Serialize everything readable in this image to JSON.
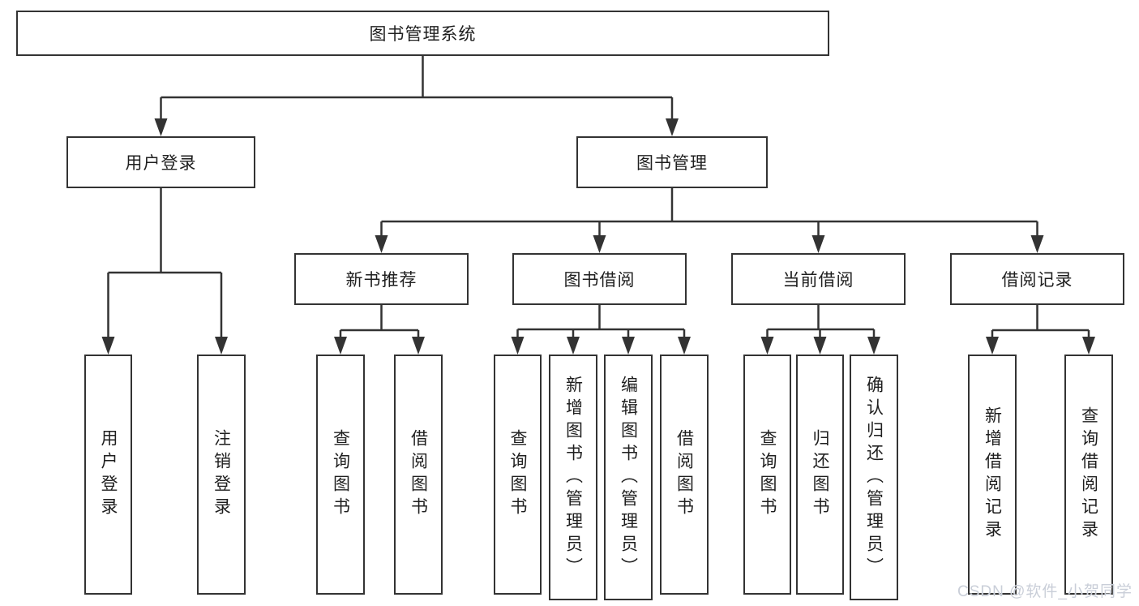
{
  "tree": {
    "label": "图书管理系统",
    "children": [
      {
        "label": "用户登录",
        "children": [
          {
            "label": "用户登录"
          },
          {
            "label": "注销登录"
          }
        ]
      },
      {
        "label": "图书管理",
        "children": [
          {
            "label": "新书推荐",
            "children": [
              {
                "label": "查询图书"
              },
              {
                "label": "借阅图书"
              }
            ]
          },
          {
            "label": "图书借阅",
            "children": [
              {
                "label": "查询图书"
              },
              {
                "label": "新增图书（管理员）"
              },
              {
                "label": "编辑图书（管理员）"
              },
              {
                "label": "借阅图书"
              }
            ]
          },
          {
            "label": "当前借阅",
            "children": [
              {
                "label": "查询图书"
              },
              {
                "label": "归还图书"
              },
              {
                "label": "确认归还（管理员）"
              }
            ]
          },
          {
            "label": "借阅记录",
            "children": [
              {
                "label": "新增借阅记录"
              },
              {
                "label": "查询借阅记录"
              }
            ]
          }
        ]
      }
    ]
  },
  "watermark": {
    "text": "CSDN @软件_小贺同学"
  },
  "colors": {
    "line": "#333333",
    "text": "#1f1f1f",
    "background": "#ffffff",
    "watermark": "#c9ced8"
  }
}
